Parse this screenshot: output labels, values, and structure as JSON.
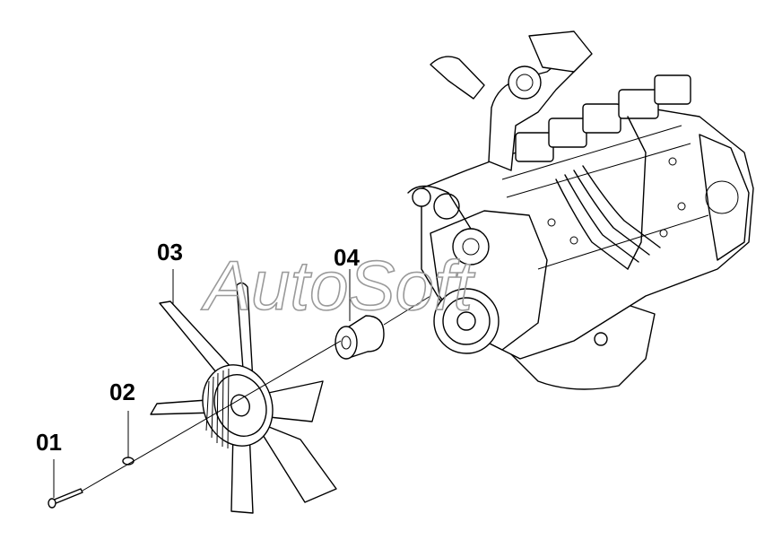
{
  "watermark": "AutoSoft",
  "callouts": [
    {
      "id": "01",
      "label": "01"
    },
    {
      "id": "02",
      "label": "02"
    },
    {
      "id": "03",
      "label": "03"
    },
    {
      "id": "04",
      "label": "04"
    }
  ]
}
